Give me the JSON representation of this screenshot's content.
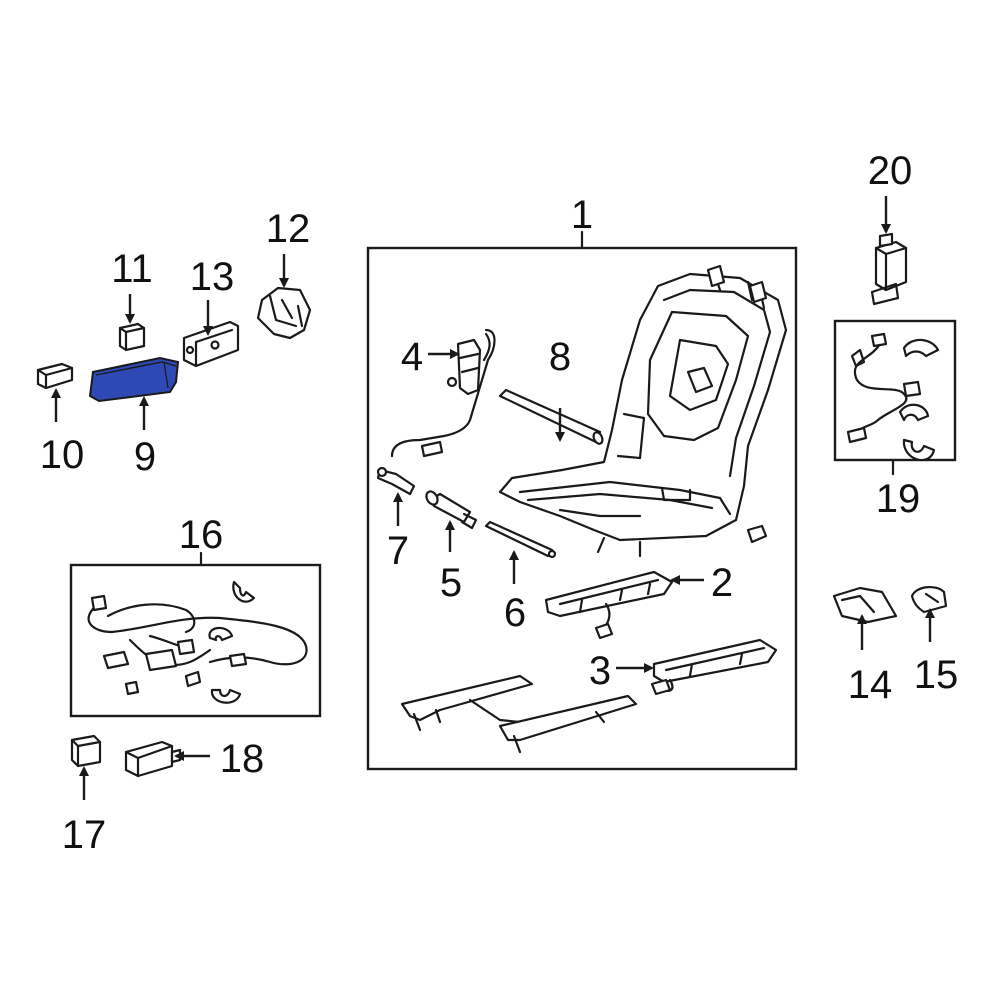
{
  "diagram": {
    "highlight_color": "#2f49b4",
    "highlighted_part": "9",
    "callouts": {
      "c1": "1",
      "c2": "2",
      "c3": "3",
      "c4": "4",
      "c5": "5",
      "c6": "6",
      "c7": "7",
      "c8": "8",
      "c9": "9",
      "c10": "10",
      "c11": "11",
      "c12": "12",
      "c13": "13",
      "c14": "14",
      "c15": "15",
      "c16": "16",
      "c17": "17",
      "c18": "18",
      "c19": "19",
      "c20": "20"
    }
  }
}
